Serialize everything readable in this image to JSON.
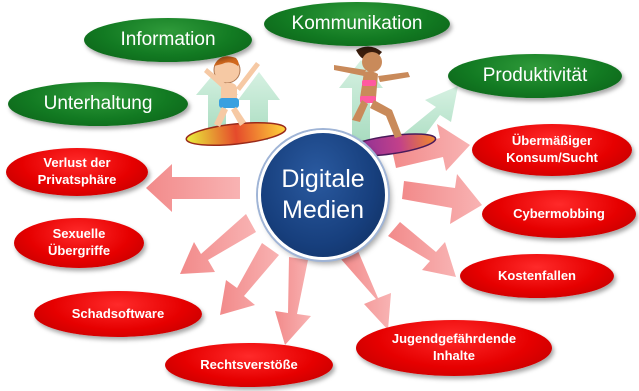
{
  "center": {
    "label": "Digitale\nMedien"
  },
  "benefits": [
    "Information",
    "Kommunikation",
    "Produktivität",
    "Unterhaltung"
  ],
  "risks": [
    "Verlust der\nPrivatsphäre",
    "Sexuelle\nÜbergriffe",
    "Schadsoftware",
    "Rechtsverstöße",
    "Jugendgefährdende\nInhalte",
    "Kostenfallen",
    "Cybermobbing",
    "Übermäßiger\nKonsum/Sucht"
  ],
  "colors": {
    "benefit_fill": "#127a22",
    "risk_fill": "#e60000",
    "center_fill": "#173f7d",
    "benefit_arrow": "#bfe6cf",
    "risk_arrow": "#f59a9a"
  },
  "illustrations": [
    "surfer-boy",
    "surfer-girl"
  ]
}
